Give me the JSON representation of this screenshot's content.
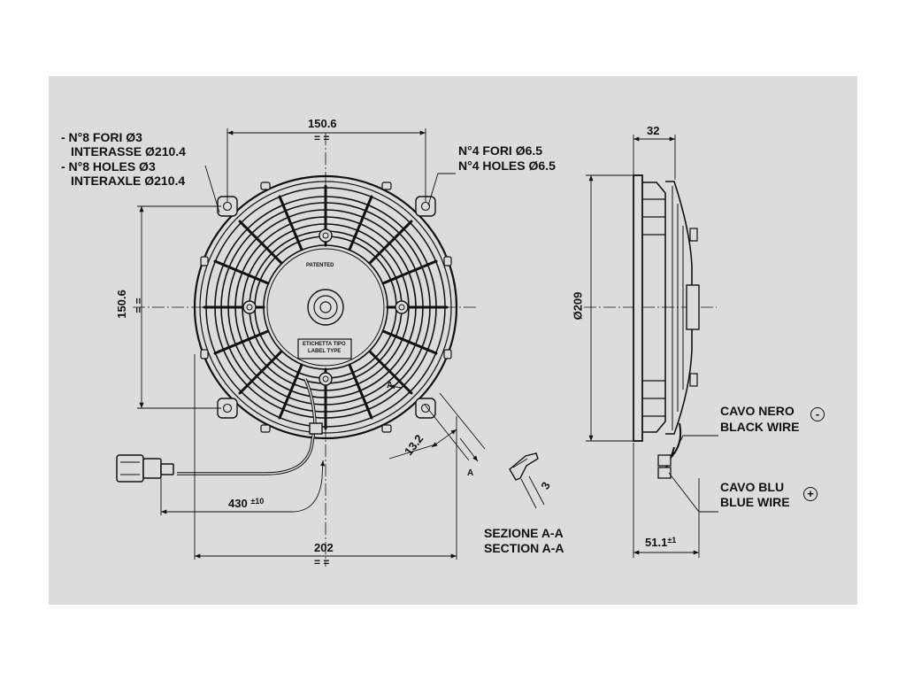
{
  "notes": {
    "holes8_it": "- N°8 FORI Ø3",
    "interaxle_it": "INTERASSE Ø210.4",
    "holes8_en": "- N°8 HOLES Ø3",
    "interaxle_en": "INTERAXLE Ø210.4",
    "holes4_it": "N°4 FORI Ø6.5",
    "holes4_en": "N°4 HOLES Ø6.5",
    "section_it": "SEZIONE A-A",
    "section_en": "SECTION A-A",
    "black_wire_it": "CAVO NERO",
    "black_wire_en": "BLACK WIRE",
    "blue_wire_it": "CAVO BLU",
    "blue_wire_en": "BLUE WIRE",
    "minus_sign": "-",
    "plus_sign": "+"
  },
  "dimensions": {
    "top_width": "150.6",
    "left_height": "150.6",
    "cable_length": "430",
    "cable_tolerance": "±10",
    "bottom_width": "202",
    "depth": "32",
    "diameter": "Ø209",
    "slot": "13.2",
    "section_thickness": "3",
    "wire_offset": "51.1",
    "wire_offset_tolerance": "±1",
    "equal_mark": "= =",
    "section_mark": "A"
  },
  "labels": {
    "patented": "PATENTED",
    "etichetta": "ETICHETTA TIPO",
    "label_type": "LABEL TYPE"
  },
  "colors": {
    "background": "#dcdcdc",
    "line": "#111111"
  }
}
